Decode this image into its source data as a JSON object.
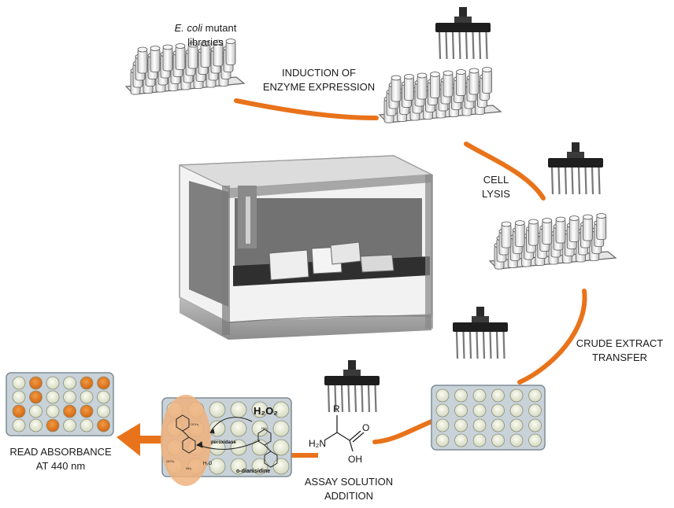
{
  "labels": {
    "library_italic": "E. coli",
    "library_rest": " mutant",
    "library_line2": "libraries",
    "induction_line1": "INDUCTION OF",
    "induction_line2": "ENZYME EXPRESSION",
    "lysis_line1": "CELL",
    "lysis_line2": "LYSIS",
    "transfer_line1": "CRUDE EXTRACT",
    "transfer_line2": "TRANSFER",
    "assay_line1": "ASSAY SOLUTION",
    "assay_line2": "ADDITION",
    "read_line1": "READ ABSORBANCE",
    "read_line2": "AT 440 nm"
  },
  "chemistry": {
    "h2o2": "H₂O₂",
    "peroxidase": "peroxidase",
    "substrate": "o-dianisidine",
    "h2o": "H₂O",
    "r_group": "R",
    "amine": "H₂N",
    "hydroxyl": "OH",
    "carbonyl": "O",
    "methoxy": "OCH₃",
    "amine_group": "NH₂"
  },
  "colors": {
    "accent_orange": "#e8731a",
    "highlight_orange": "#efb27e",
    "well_fill": "#e9ecd8",
    "plate_bg": "#c9d2d8"
  },
  "absorbance_plate": {
    "rows": 4,
    "cols": 6,
    "colored_wells": [
      1,
      4,
      5,
      7,
      12,
      15,
      16,
      20,
      23
    ]
  }
}
